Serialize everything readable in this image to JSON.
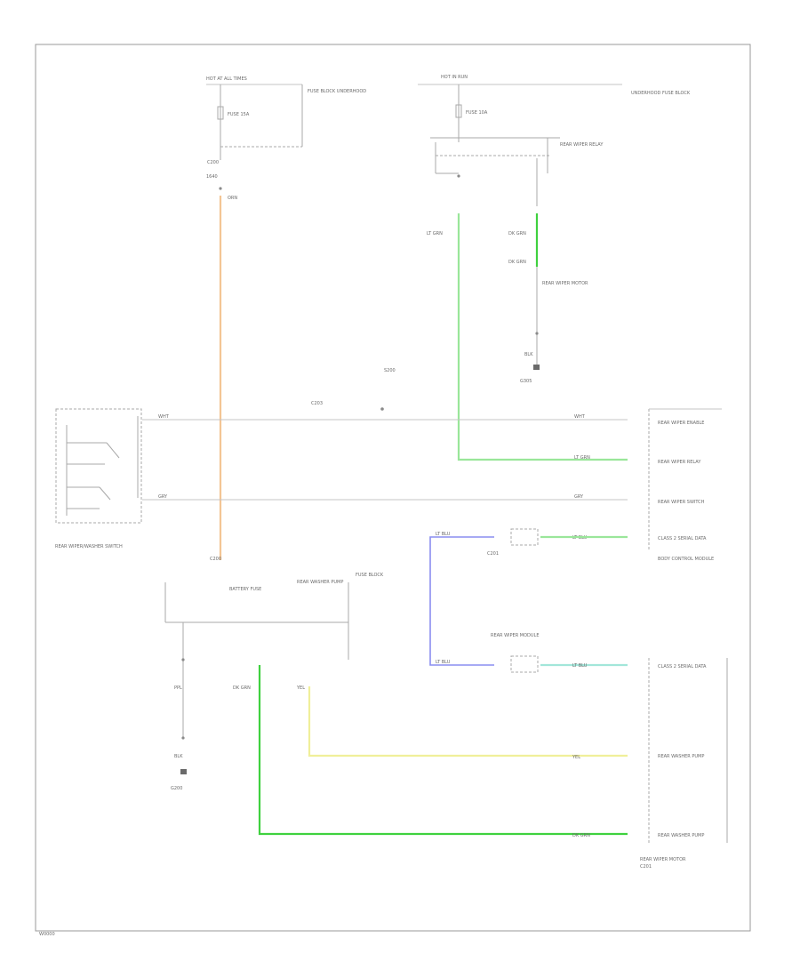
{
  "diagram": {
    "page_code": "W0000",
    "colors": {
      "orange": "#f3c595",
      "light_green": "#9ae69a",
      "dark_green": "#3fd13f",
      "blue": "#8a8ef0",
      "cyan": "#a2e6da",
      "yellow": "#f0ef9a",
      "grey": "#c4c4c4"
    },
    "labels": {
      "hot_at_all_times": "HOT AT ALL TIMES",
      "hot_in_run": "HOT IN RUN",
      "fuse_block": "FUSE BLOCK UNDERHOOD",
      "fuse_left": "FUSE 15A",
      "relay_block": "UNDERHOOD FUSE BLOCK",
      "fuse_right": "FUSE 10A",
      "relay": "REAR WIPER RELAY",
      "wire_top_left": "ORN",
      "wire_top_left_num": "1640",
      "wire_top_right": "LT GRN",
      "wire_rr_1": "DK GRN",
      "wire_rr_2": "DK GRN",
      "motor_label": "REAR WIPER MOTOR",
      "ground_right": "G305",
      "switch_label": "REAR WIPER/WASHER SWITCH",
      "splice": "S200",
      "inline_label": "C203",
      "module_top": "REAR WIPER MOTOR",
      "module_label": "REAR WIPER MODULE",
      "battery_block": "BATTERY FUSE",
      "fuse_block_bottom": "FUSE BLOCK",
      "connector_top": "C200",
      "connector_bottom": "C201",
      "washer_module": "REAR WASHER PUMP",
      "ground_left": "G200",
      "body_module": "BODY CONTROL MODULE",
      "wire_row1": "WHT",
      "wire_row2": "LT GRN",
      "wire_row3": "GRY",
      "wire_row4": "LT BLU",
      "wire_row5": "LT BLU",
      "wire_row6": "YEL",
      "wire_row7": "DK GRN",
      "pin_row1": "REAR WIPER ENABLE",
      "pin_row2": "REAR WIPER RELAY",
      "pin_row3": "REAR WIPER SWITCH",
      "pin_row4": "CLASS 2 SERIAL DATA",
      "pin_row5": "CLASS 2 SERIAL DATA",
      "pin_row6": "REAR WASHER PUMP",
      "pin_row7": "REAR WASHER PUMP",
      "wire_blk": "BLK",
      "wire_ppl": "PPL"
    }
  }
}
